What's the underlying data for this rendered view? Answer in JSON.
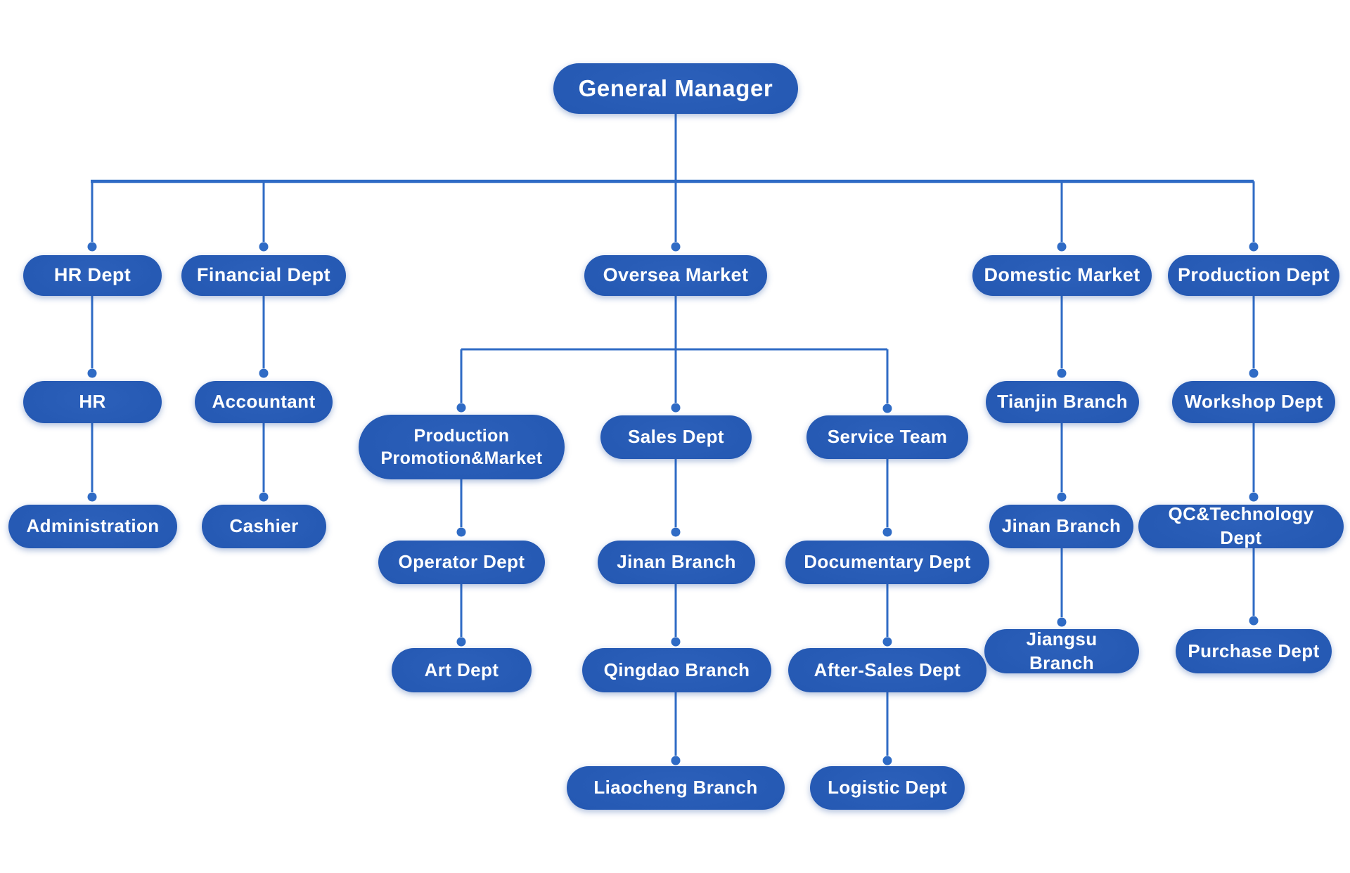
{
  "colors": {
    "background": "#FFFFFF",
    "node_fill_center": "#2B5EB7",
    "node_fill_edge": "#17469B",
    "connector_line": "#2F6BC5",
    "node_text": "#FFFFFF"
  },
  "nodes": {
    "general_manager": {
      "label": "General Manager"
    },
    "hr_dept": {
      "label": "HR Dept"
    },
    "financial_dept": {
      "label": "Financial Dept"
    },
    "oversea_market": {
      "label": "Oversea Market"
    },
    "domestic_market": {
      "label": "Domestic Market"
    },
    "production_dept": {
      "label": "Production Dept"
    },
    "hr": {
      "label": "HR"
    },
    "accountant": {
      "label": "Accountant"
    },
    "administration": {
      "label": "Administration"
    },
    "cashier": {
      "label": "Cashier"
    },
    "prod_promo_market": {
      "label": "Production Promotion&Market"
    },
    "sales_dept": {
      "label": "Sales Dept"
    },
    "service_team": {
      "label": "Service Team"
    },
    "operator_dept": {
      "label": "Operator Dept"
    },
    "jinan_branch_oversea": {
      "label": "Jinan Branch"
    },
    "documentary_dept": {
      "label": "Documentary Dept"
    },
    "art_dept": {
      "label": "Art Dept"
    },
    "qingdao_branch": {
      "label": "Qingdao Branch"
    },
    "after_sales_dept": {
      "label": "After-Sales Dept"
    },
    "liaocheng_branch": {
      "label": "Liaocheng Branch"
    },
    "logistic_dept": {
      "label": "Logistic Dept"
    },
    "tianjin_branch": {
      "label": "Tianjin Branch"
    },
    "jinan_branch_domestic": {
      "label": "Jinan Branch"
    },
    "jiangsu_branch": {
      "label": "Jiangsu Branch"
    },
    "workshop_dept": {
      "label": "Workshop Dept"
    },
    "qc_technology_dept": {
      "label": "QC&Technology Dept"
    },
    "purchase_dept": {
      "label": "Purchase Dept"
    }
  },
  "edges": [
    {
      "from": "general_manager",
      "to": "hr_dept"
    },
    {
      "from": "general_manager",
      "to": "financial_dept"
    },
    {
      "from": "general_manager",
      "to": "oversea_market"
    },
    {
      "from": "general_manager",
      "to": "domestic_market"
    },
    {
      "from": "general_manager",
      "to": "production_dept"
    },
    {
      "from": "hr_dept",
      "to": "hr"
    },
    {
      "from": "hr",
      "to": "administration"
    },
    {
      "from": "financial_dept",
      "to": "accountant"
    },
    {
      "from": "accountant",
      "to": "cashier"
    },
    {
      "from": "oversea_market",
      "to": "prod_promo_market"
    },
    {
      "from": "oversea_market",
      "to": "sales_dept"
    },
    {
      "from": "oversea_market",
      "to": "service_team"
    },
    {
      "from": "prod_promo_market",
      "to": "operator_dept"
    },
    {
      "from": "operator_dept",
      "to": "art_dept"
    },
    {
      "from": "sales_dept",
      "to": "jinan_branch_oversea"
    },
    {
      "from": "jinan_branch_oversea",
      "to": "qingdao_branch"
    },
    {
      "from": "qingdao_branch",
      "to": "liaocheng_branch"
    },
    {
      "from": "service_team",
      "to": "documentary_dept"
    },
    {
      "from": "documentary_dept",
      "to": "after_sales_dept"
    },
    {
      "from": "after_sales_dept",
      "to": "logistic_dept"
    },
    {
      "from": "domestic_market",
      "to": "tianjin_branch"
    },
    {
      "from": "tianjin_branch",
      "to": "jinan_branch_domestic"
    },
    {
      "from": "jinan_branch_domestic",
      "to": "jiangsu_branch"
    },
    {
      "from": "production_dept",
      "to": "workshop_dept"
    },
    {
      "from": "workshop_dept",
      "to": "qc_technology_dept"
    },
    {
      "from": "qc_technology_dept",
      "to": "purchase_dept"
    }
  ]
}
